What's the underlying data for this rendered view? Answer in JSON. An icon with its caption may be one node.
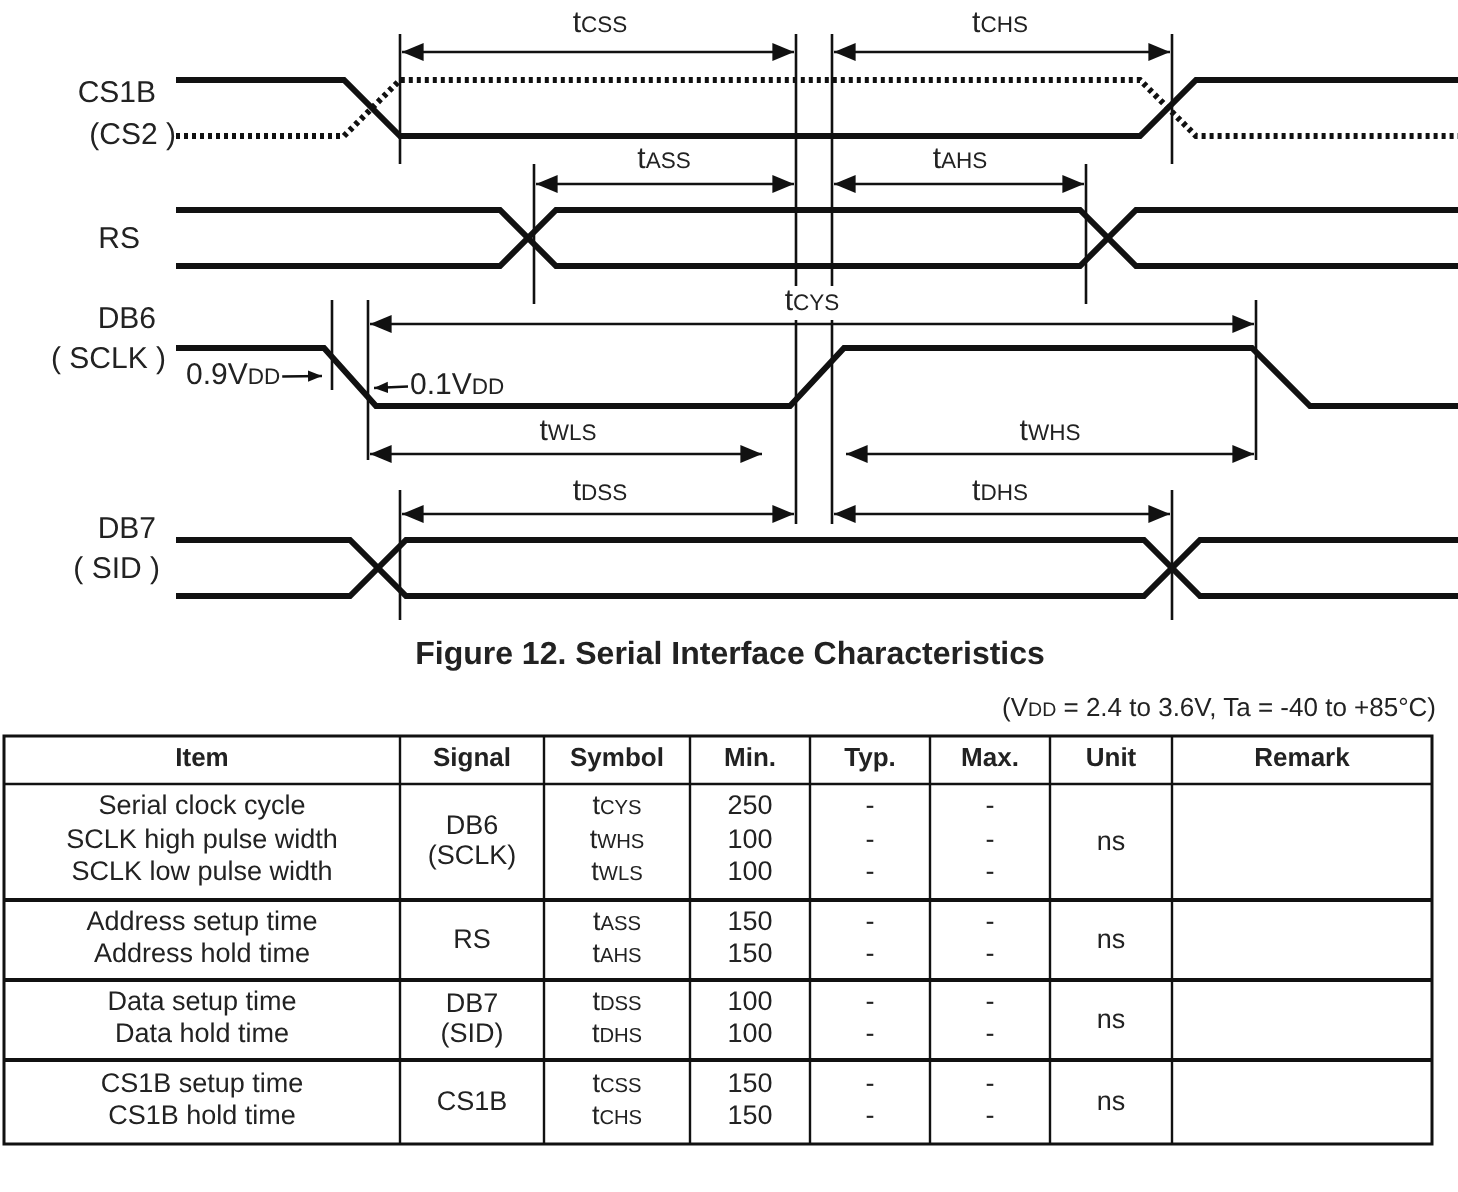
{
  "diagram": {
    "caption": "Figure 12. Serial Interface Characteristics",
    "nodes": [
      {
        "text": [
          "0.9V$_{DD}$"
        ]
      },
      {
        "text": [
          "0.1V$_{DD}$"
        ]
      }
    ],
    "edges": [
      {
        "from": 0,
        "to": null,
        "arrow": "to"
      },
      {
        "from": 1,
        "to": null,
        "arrow": "to"
      }
    ],
    "labels": [
      "t$_{CSS}$",
      "t$_{CHS}$",
      "CS1B",
      "(CS2 )",
      "t$_{ASS}$",
      "t$_{AHS}$",
      "RS",
      "t$_{CYS}$",
      "DB6",
      "( SCLK )",
      "t$_{WLS}$",
      "t$_{WHS}$",
      "t$_{DSS}$",
      "t$_{DHS}$",
      "DB7",
      "( SID )",
      "(V$_{DD}$ = 2.4 to 3.6V, Ta = -40 to +85°C)",
      "Item",
      "Signal",
      "Symbol",
      "Min.",
      "Typ.",
      "Max.",
      "Unit",
      "Remark",
      "Serial clock cycle",
      "SCLK high pulse width",
      "SCLK low pulse width",
      "DB6 (SCLK)",
      "t$_{CYS}$",
      "t$_{WHS}$",
      "t$_{WLS}$",
      "250",
      "100",
      "100",
      "-",
      "-",
      "-",
      "-",
      "-",
      "-",
      "ns",
      "Address setup time",
      "Address hold time",
      "RS",
      "t$_{ASS}$",
      "t$_{AHS}$",
      "150",
      "150",
      "-",
      "-",
      "-",
      "-",
      "ns",
      "Data setup time",
      "Data hold time",
      "DB7 (SID)",
      "t$_{DSS}$",
      "t$_{DHS}$",
      "100",
      "100",
      "-",
      "-",
      "-",
      "-",
      "ns",
      "CS1B setup time",
      "CS1B hold time",
      "CS1B",
      "t$_{CSS}$",
      "t$_{CHS}$",
      "150",
      "150",
      "-",
      "-",
      "-",
      "-",
      "ns"
    ]
  }
}
